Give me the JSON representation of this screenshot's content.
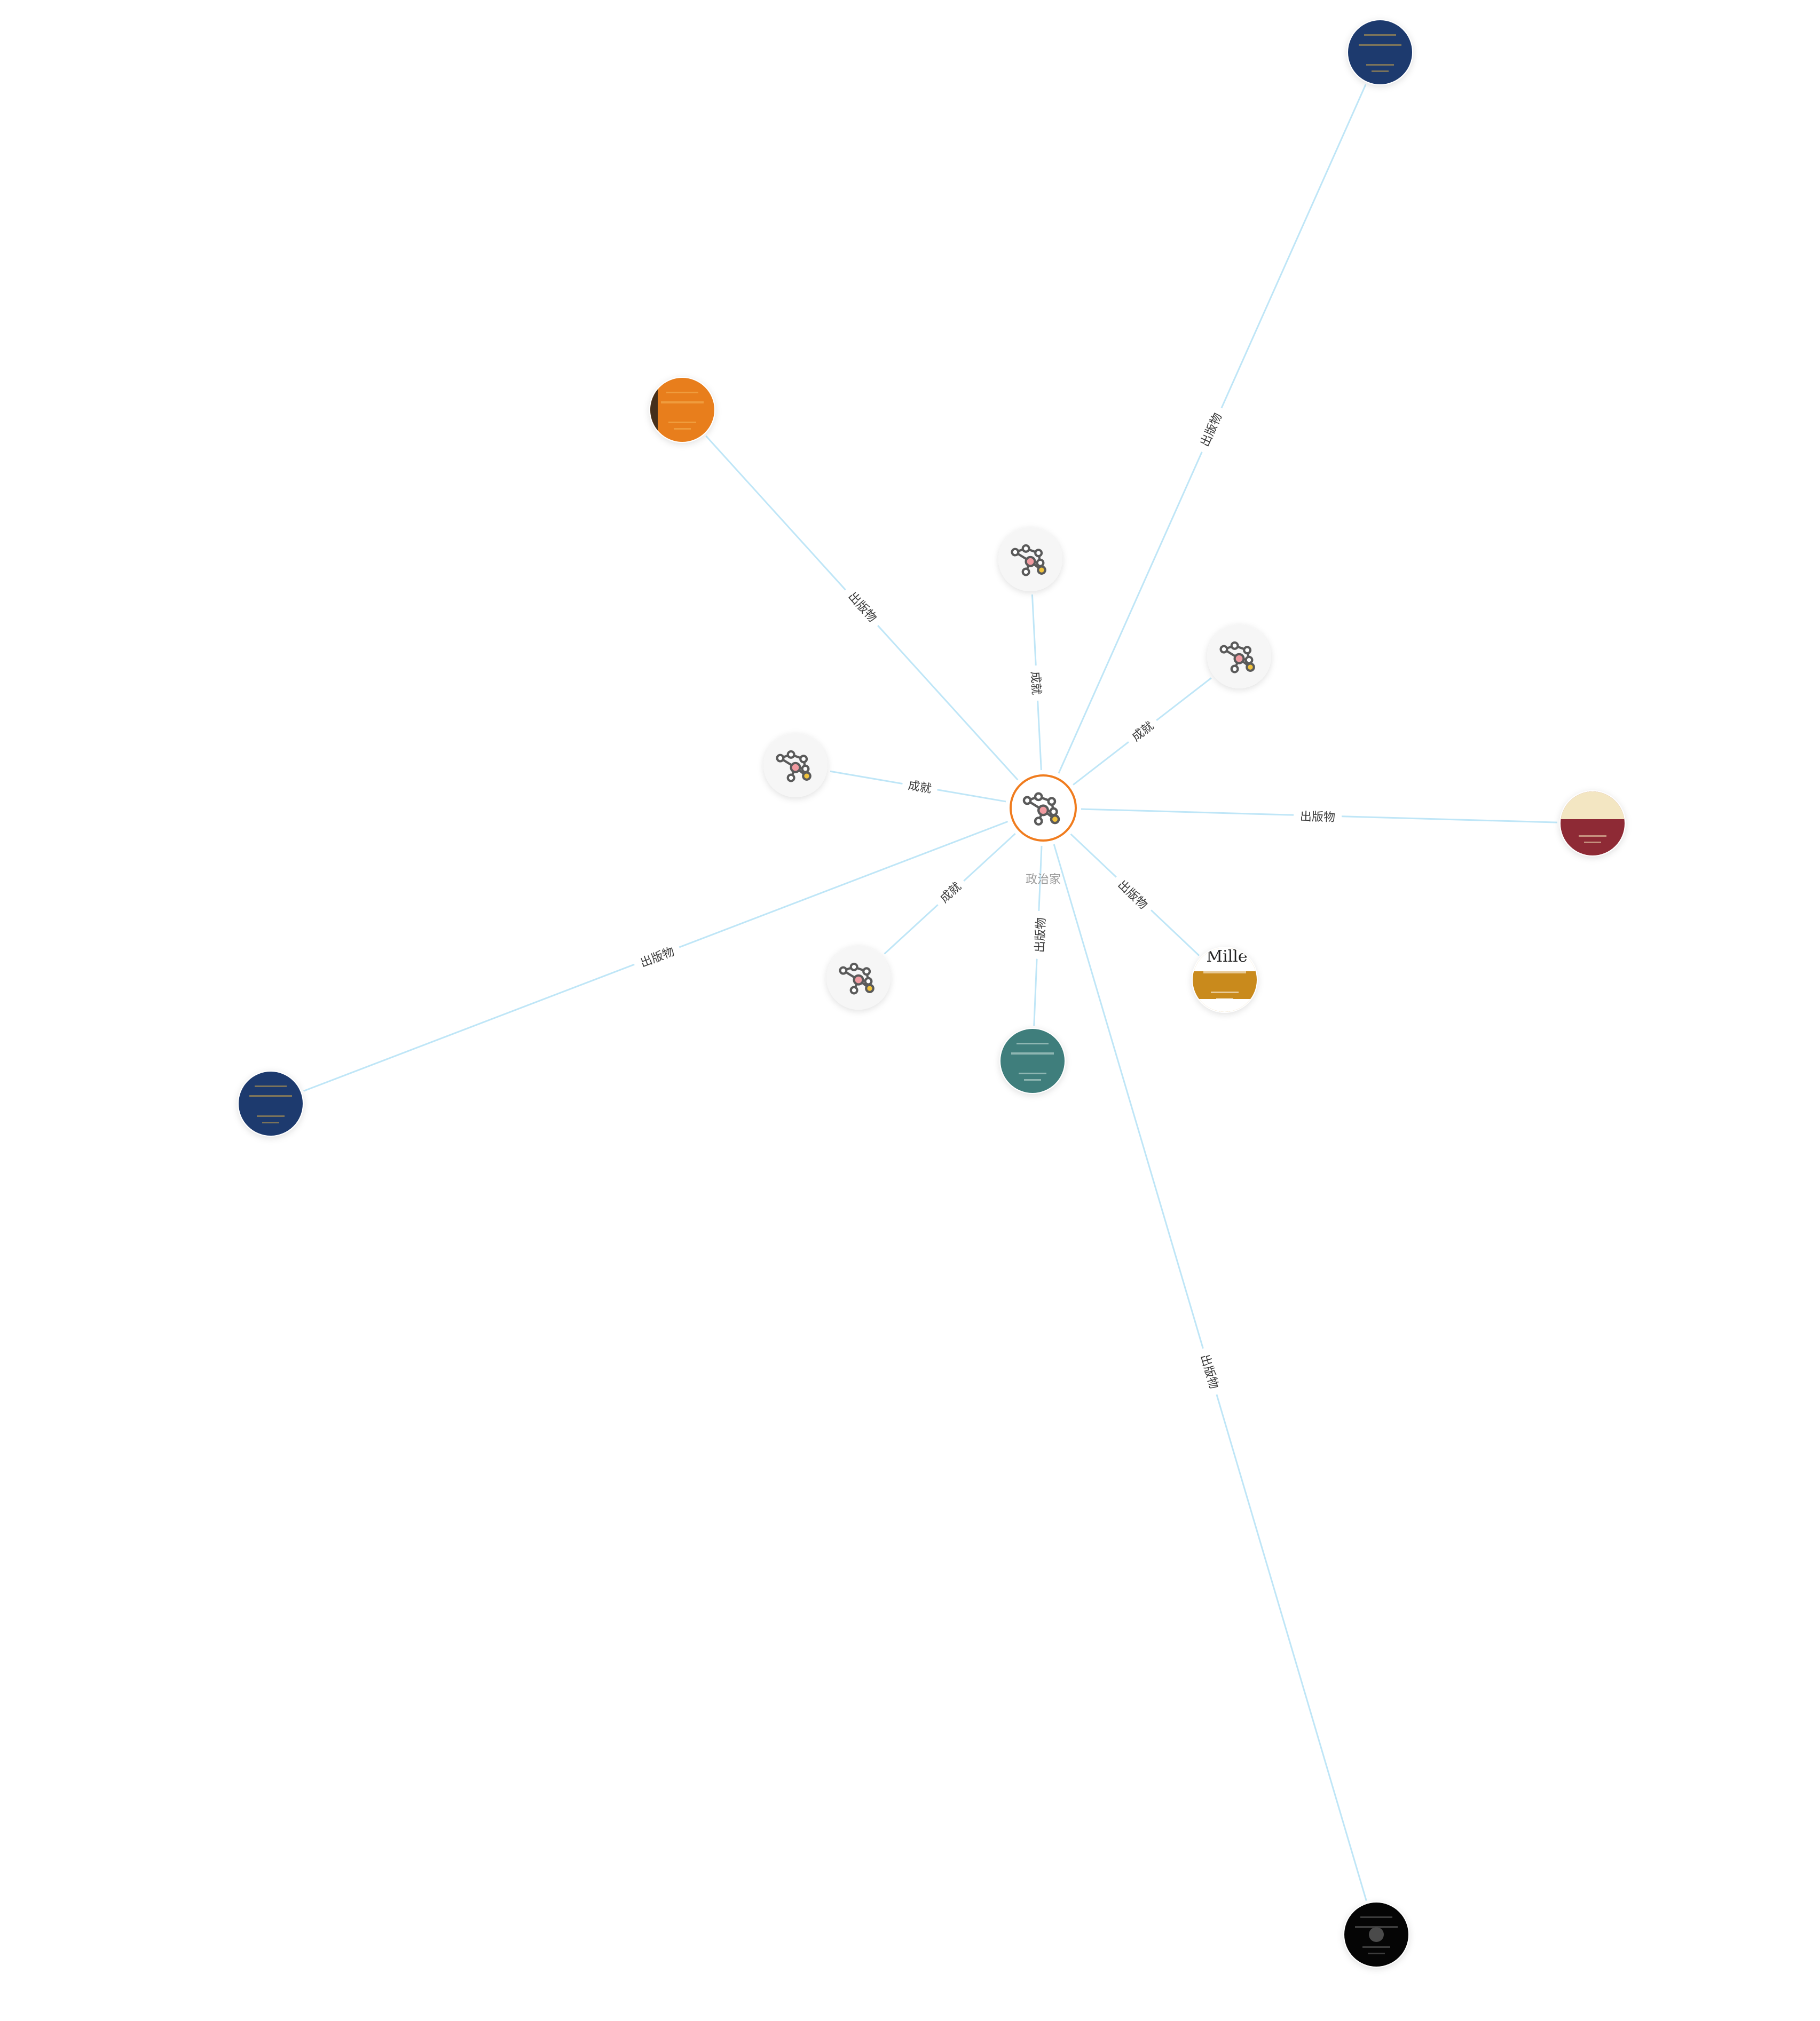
{
  "graph": {
    "center": {
      "label": "政治家",
      "icon": "knowledge-graph-icon",
      "ring_color": "#f07c1e",
      "fill": "#ffffff"
    },
    "colors": {
      "edge": "#bfe6f7",
      "edge_label_text": "#3a3a3a",
      "center_label_text": "#9a9a9a",
      "icon_node_fill": "#f6f6f6",
      "icon_stroke": "#5a5a5a",
      "icon_accent_pink": "#f19aa0",
      "icon_accent_yellow": "#f2c33c"
    },
    "edge_labels": {
      "achievement": "成就",
      "publication": "出版物"
    },
    "nodes": [
      {
        "id": "achievement-top",
        "kind": "icon",
        "relation": "成就"
      },
      {
        "id": "achievement-top-right",
        "kind": "icon",
        "relation": "成就"
      },
      {
        "id": "achievement-left",
        "kind": "icon",
        "relation": "成就"
      },
      {
        "id": "achievement-bottom-left",
        "kind": "icon",
        "relation": "成就"
      },
      {
        "id": "pub-top-right-blue",
        "kind": "cover",
        "relation": "出版物",
        "color": "#1d3a6e",
        "accent": "#c9a24a"
      },
      {
        "id": "pub-top-left-orange",
        "kind": "cover",
        "relation": "出版物",
        "color": "#e87e1c",
        "accent": "#f4b55a"
      },
      {
        "id": "pub-right-red",
        "kind": "cover",
        "relation": "出版物",
        "color": "#8e2a35",
        "accent": "#f0e2b8"
      },
      {
        "id": "pub-right-miller",
        "kind": "cover",
        "relation": "出版物",
        "color": "#c98a1c",
        "accent": "#ffffff",
        "cover_text": "Mille"
      },
      {
        "id": "pub-bottom-teal",
        "kind": "cover",
        "relation": "出版物",
        "color": "#3f7e7c",
        "accent": "#cfe3df"
      },
      {
        "id": "pub-left-blue",
        "kind": "cover",
        "relation": "出版物",
        "color": "#1d3a6e",
        "accent": "#c9a24a"
      },
      {
        "id": "pub-bottom-black",
        "kind": "cover",
        "relation": "出版物",
        "color": "#050505",
        "accent": "#6a6a6a"
      }
    ]
  }
}
